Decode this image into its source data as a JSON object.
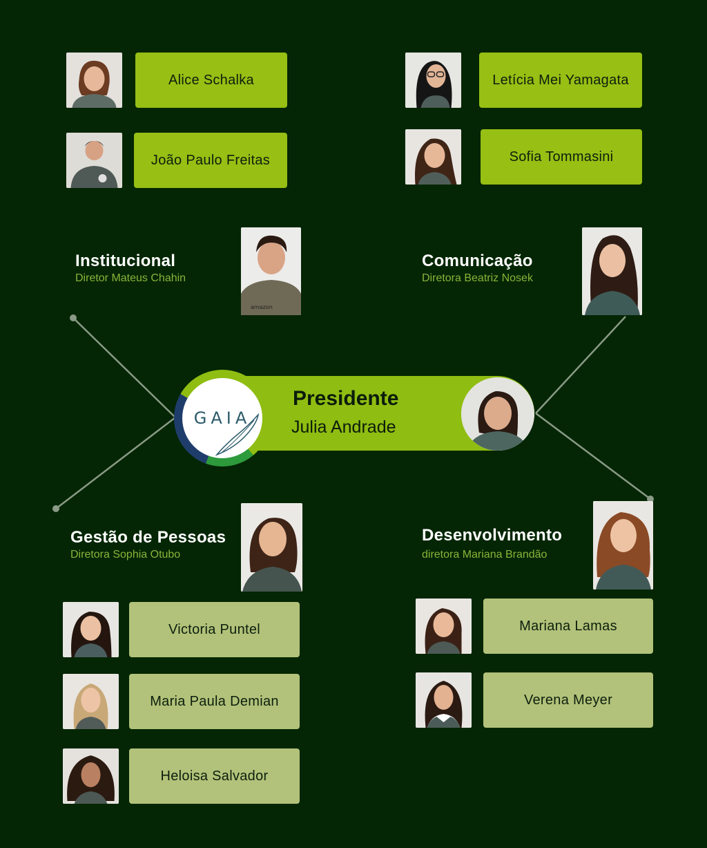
{
  "president": {
    "title": "Presidente",
    "name": "Julia Andrade",
    "logo_text": "GAIA"
  },
  "institucional": {
    "title": "Institucional",
    "director": "Diretor Mateus Chahin",
    "members": [
      "Alice Schalka",
      "João Paulo Freitas"
    ]
  },
  "comunicacao": {
    "title": "Comunicação",
    "director": "Diretora Beatriz Nosek",
    "members": [
      "Letícia Mei Yamagata",
      "Sofia Tommasini"
    ]
  },
  "gestao": {
    "title": "Gestão de Pessoas",
    "director": "Diretora Sophia Otubo",
    "members": [
      "Victoria Puntel",
      "Maria Paula Demian",
      "Heloisa Salvador"
    ]
  },
  "desenvolvimento": {
    "title": "Desenvolvimento",
    "director": "diretora Mariana Brandão",
    "members": [
      "Mariana Lamas",
      "Verena Meyer"
    ]
  },
  "colors": {
    "background": "#042604",
    "bright_card": "#97bf14",
    "pale_card": "#b2c27a",
    "connector": "#8a9a86",
    "subtitle": "#8ab43a"
  }
}
